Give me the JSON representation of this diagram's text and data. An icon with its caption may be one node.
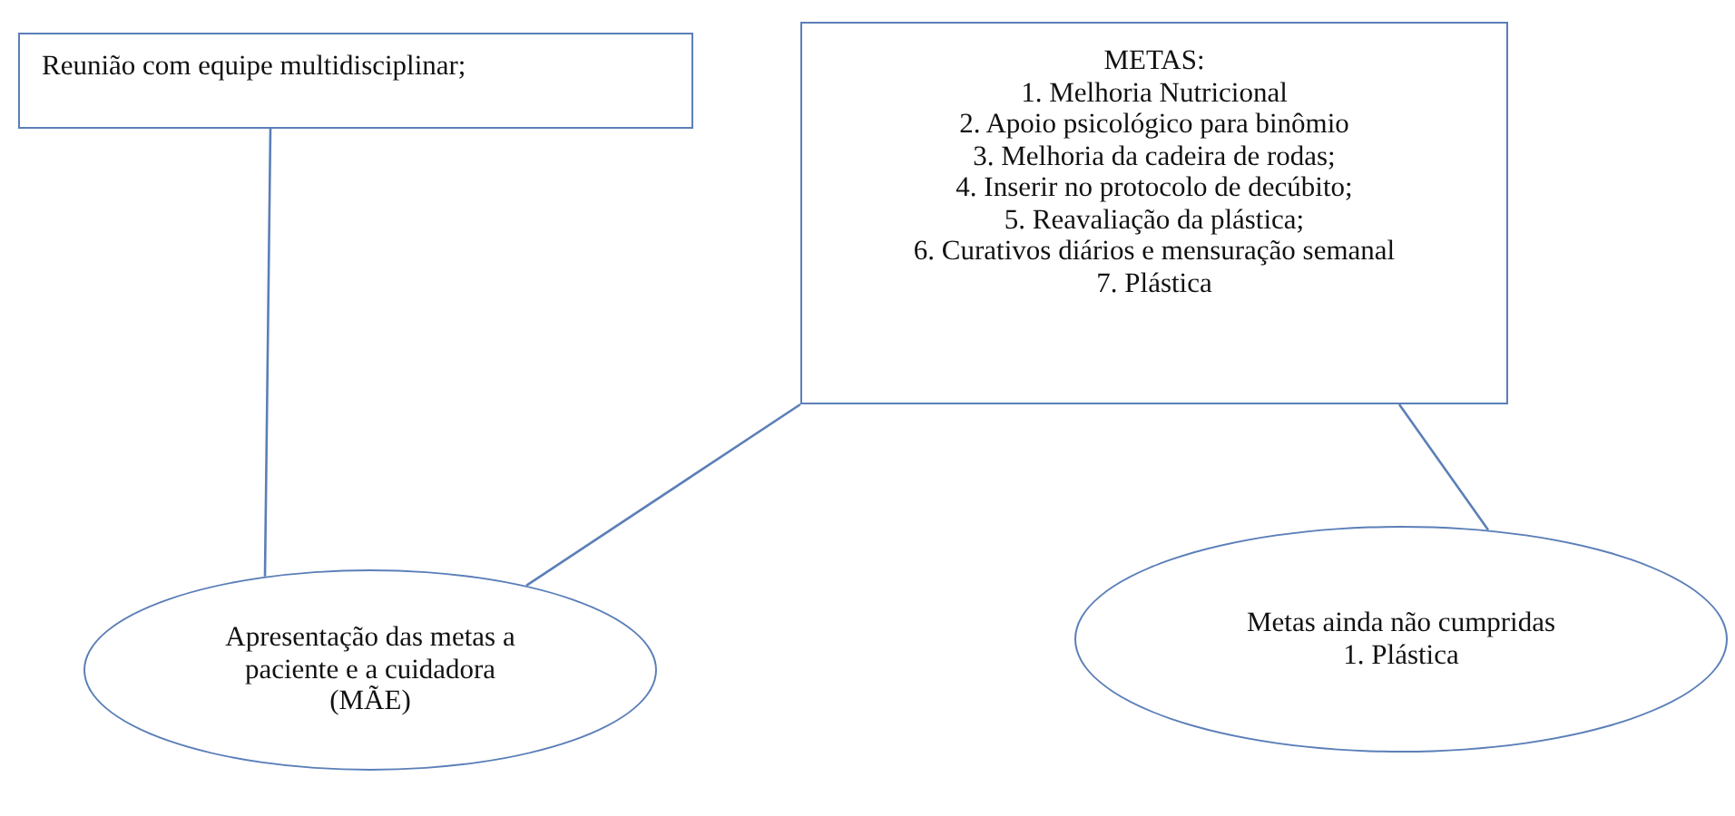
{
  "diagram": {
    "nodes": [
      {
        "text": [
          "Reunião com equipe multidisciplinar;"
        ]
      },
      {
        "text": [
          "METAS:",
          "1. Melhoria Nutricional",
          "2. Apoio psicológico para binômio",
          "3. Melhoria da cadeira de rodas;",
          "4. Inserir no protocolo de decúbito;",
          "5. Reavaliação da plástica;",
          "6. Curativos diários e mensuração semanal",
          "7. Plástica"
        ]
      },
      {
        "text": [
          "Apresentação das metas a paciente e a cuidadora (MÃE)"
        ]
      },
      {
        "text": [
          "Metas ainda não cumpridas",
          "1. Plástica"
        ]
      }
    ],
    "edges": [
      {
        "from": 0,
        "to": 2,
        "arrow": "none"
      },
      {
        "from": 1,
        "to": 2,
        "arrow": "none"
      },
      {
        "from": 1,
        "to": 3,
        "arrow": "none"
      }
    ]
  }
}
